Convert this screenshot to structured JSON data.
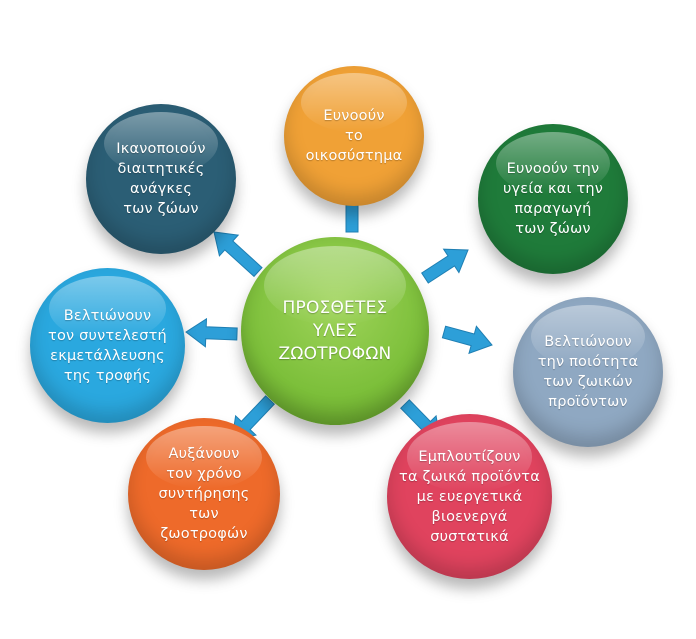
{
  "center": {
    "text": "ΠΡΟΣΘΕΤΕΣ\nΥΛΕΣ\nΖΩΟΤΡΟΦΩΝ",
    "color": "#7cbf3a"
  },
  "nodes": [
    {
      "id": "ecosystem",
      "text": "Ευνοούν\nτο\nοικοσύστημα",
      "color": "#f0a136"
    },
    {
      "id": "animal-health",
      "text": "Ευνοούν την\nυγεία και την\nπαραγωγή\nτων ζώων",
      "color": "#1f7b3a"
    },
    {
      "id": "product-quality",
      "text": "Βελτιώνουν\nτην ποιότητα\nτων ζωικών\nπροϊόντων",
      "color": "#8fa8c2"
    },
    {
      "id": "bioactive",
      "text": "Εμπλουτίζουν\nτα ζωικά προϊόντα\nμε ευεργετικά\nβιοενεργά\nσυστατικά",
      "color": "#e0435e"
    },
    {
      "id": "shelf-life",
      "text": "Αυξάνουν\nτον χρόνο\nσυντήρησης\nτων\nζωοτροφών",
      "color": "#ee6a2a"
    },
    {
      "id": "feed-efficiency",
      "text": "Βελτιώνουν\nτον συντελεστή\nεκμετάλλευσης\nτης τροφής",
      "color": "#2aa8df"
    },
    {
      "id": "dietary-needs",
      "text": "Ικανοποιούν\nδιαιτητικές\nανάγκες\nτων ζώων",
      "color": "#2b5e75"
    }
  ],
  "arrow_color": "#2d9fd8"
}
